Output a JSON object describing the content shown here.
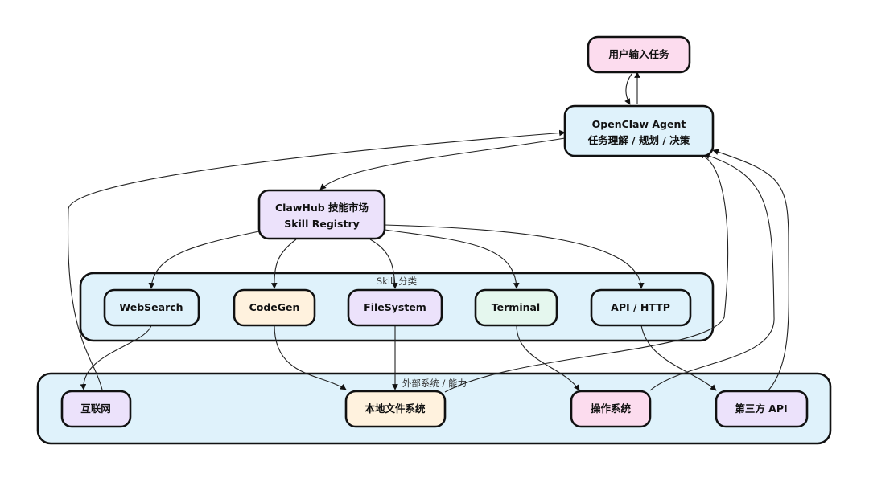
{
  "diagram": {
    "colors": {
      "user": "#fcdcee",
      "agent": "#dff2fb",
      "registry": "#ece2fb",
      "websearch": "#dff2fb",
      "codegen": "#fff2de",
      "filesystem": "#ece2fb",
      "terminal": "#e5f7ee",
      "api": "#dff2fb",
      "internet": "#ece2fb",
      "localfs": "#fff2de",
      "os": "#fcdcee",
      "thirdparty": "#ece2fb",
      "group": "#dff2fb"
    },
    "groups": {
      "skills": {
        "label": "Skill 分类"
      },
      "external": {
        "label": "外部系统 / 能力"
      }
    },
    "nodes": {
      "user_input": {
        "lines": [
          "用户输入任务"
        ]
      },
      "agent": {
        "lines": [
          "OpenClaw Agent",
          "任务理解 / 规划 / 决策"
        ]
      },
      "registry": {
        "lines": [
          "ClawHub 技能市场",
          "Skill Registry"
        ]
      },
      "websearch": {
        "lines": [
          "WebSearch"
        ]
      },
      "codegen": {
        "lines": [
          "CodeGen"
        ]
      },
      "filesystem": {
        "lines": [
          "FileSystem"
        ]
      },
      "terminal": {
        "lines": [
          "Terminal"
        ]
      },
      "api_http": {
        "lines": [
          "API / HTTP"
        ]
      },
      "internet": {
        "lines": [
          "互联网"
        ]
      },
      "local_fs": {
        "lines": [
          "本地文件系统"
        ]
      },
      "os": {
        "lines": [
          "操作系统"
        ]
      },
      "third_api": {
        "lines": [
          "第三方 API"
        ]
      }
    }
  }
}
